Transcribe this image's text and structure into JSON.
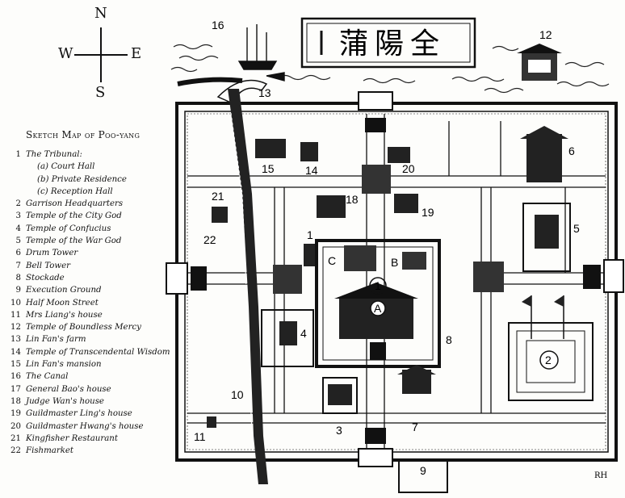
{
  "compass": {
    "n": "N",
    "w": "W",
    "e": "E",
    "s": "S"
  },
  "legend": {
    "title": "Sketch Map of Poo-yang",
    "items": [
      {
        "num": "1",
        "label": "The Tribunal:"
      },
      {
        "num": "",
        "label": "(a) Court Hall",
        "sub": true
      },
      {
        "num": "",
        "label": "(b) Private Residence",
        "sub": true
      },
      {
        "num": "",
        "label": "(c) Reception Hall",
        "sub": true
      },
      {
        "num": "2",
        "label": "Garrison Headquarters"
      },
      {
        "num": "3",
        "label": "Temple of the City God"
      },
      {
        "num": "4",
        "label": "Temple of Confucius"
      },
      {
        "num": "5",
        "label": "Temple of the War God"
      },
      {
        "num": "6",
        "label": "Drum Tower"
      },
      {
        "num": "7",
        "label": "Bell Tower"
      },
      {
        "num": "8",
        "label": "Stockade"
      },
      {
        "num": "9",
        "label": "Execution Ground"
      },
      {
        "num": "10",
        "label": "Half Moon Street"
      },
      {
        "num": "11",
        "label": "Mrs Liang's house"
      },
      {
        "num": "12",
        "label": "Temple of Boundless Mercy"
      },
      {
        "num": "13",
        "label": "Lin Fan's farm"
      },
      {
        "num": "14",
        "label": "Temple of Transcendental Wisdom"
      },
      {
        "num": "15",
        "label": "Lin Fan's mansion"
      },
      {
        "num": "16",
        "label": "The Canal"
      },
      {
        "num": "17",
        "label": "General Bao's house"
      },
      {
        "num": "18",
        "label": "Judge Wan's house"
      },
      {
        "num": "19",
        "label": "Guildmaster Ling's house"
      },
      {
        "num": "20",
        "label": "Guildmaster Hwang's house"
      },
      {
        "num": "21",
        "label": "Kingfisher Restaurant"
      },
      {
        "num": "22",
        "label": "Fishmarket"
      }
    ]
  },
  "map": {
    "title_chars": "蒲陽全",
    "signature": "RH",
    "labels": {
      "n1": "1",
      "na": "A",
      "nb": "B",
      "nc": "C",
      "n2": "2",
      "n3": "3",
      "n4": "4",
      "n5": "5",
      "n6": "6",
      "n7": "7",
      "n8": "8",
      "n9": "9",
      "n10": "10",
      "n11": "11",
      "n12": "12",
      "n13": "13",
      "n14": "14",
      "n15": "15",
      "n16": "16",
      "n17": "1",
      "n18": "18",
      "n19": "19",
      "n20": "20",
      "n21": "21",
      "n22": "22"
    }
  }
}
